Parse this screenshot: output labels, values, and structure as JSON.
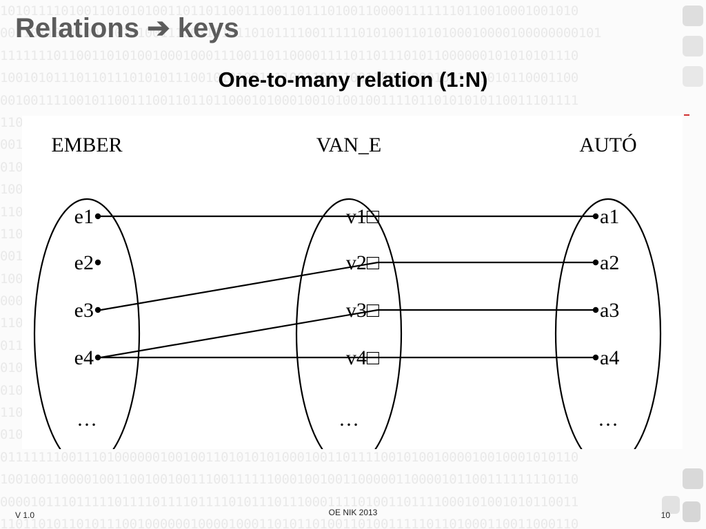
{
  "slide": {
    "title": "Relations ➔ keys",
    "subtitle": "One-to-many relation (1:N)",
    "footer_version": "V 1.0",
    "footer_center": "OE NIK 2013",
    "footer_page": "10"
  },
  "background": {
    "binary_lines": [
      "1010111101001101010100110110110011100110111010011000011111110110010001001010",
      "0011011001100110101001110011010110101111001111101010011010100010000100000000101",
      "1111111011001101010010001000111001101100001111011011101011000000101010101110",
      "1001010111011011101010111001010100101100110011001100110001001111010110001100",
      "0010011110010110011100110110110001010001001010010011110110101010110011101111",
      "1100001111110010011000110001101001100110011011110001110001100110110000110101",
      "0011010100110111100010110110100110100001110010101011110010001101010110011001",
      "0101001010011110100111000101101001000110100010111101001110100100101000110111",
      "1001011101111010110011110011011000100110000101110111011011000111001011100111",
      "1101011000110010000100010011011101010011110011100100110101010011011000010110",
      "1101001101011101010101001101010010101001101100111010100111010010100011110000",
      "0010010111010100001101010110111101100011000101011100110011101010100101011111",
      "1000111011101111011011100110000110101111000011100101011110100011011010001110",
      "0000100101101110010100101011001101011111010001010100011100001100010101110101",
      "1101110101001110101101101101100101101000011011011000011100111001101001011111",
      "0111001101110101000100101101100001101111010100001110000000111011001110111011",
      "0101111111011011111011101100111111100010101101110010111100000111000001111101",
      "0100001110001010111001100111110000001011110011000011011111101100110011111010",
      "1100011100100011001101110101100001010010110011100101001001010110100111101100",
      "0100111010000101000010011110100001000001100101001001110110110011101000100011",
      "0111111100111010000001001001101010101000100110111100101001000010010001010110",
      "1001001100001001100100100111001111110001001001100000110000101100111111110110",
      "0000101110111110111101111011110101110111000111101001101111000101001010110011",
      "1101101011010111001000000100001000110101101001101001111101101000110011000110"
    ]
  },
  "diagram": {
    "sets": [
      {
        "label": "EMBER",
        "elements": [
          "e1",
          "e2",
          "e3",
          "e4"
        ],
        "ellipsis": "…"
      },
      {
        "label": "VAN_E",
        "elements": [
          "v1□",
          "v2□",
          "v3□",
          "v4□"
        ],
        "ellipsis": "…"
      },
      {
        "label": "AUTÓ",
        "elements": [
          "a1",
          "a2",
          "a3",
          "a4"
        ],
        "ellipsis": "…"
      }
    ],
    "connections": [
      {
        "from": "e1",
        "via": "v1",
        "to": "a1"
      },
      {
        "from": "e3",
        "via": "v2",
        "to": "a2"
      },
      {
        "from": "e4",
        "via": "v3",
        "to": "a3"
      },
      {
        "from": "e4",
        "via": "v4",
        "to": "a4"
      }
    ]
  }
}
